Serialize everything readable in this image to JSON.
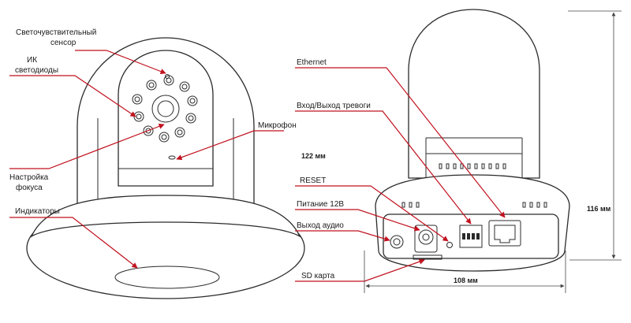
{
  "labels": {
    "light_sensor_line1": "Светочувствительный",
    "light_sensor_line2": "сенсор",
    "ir_leds_line1": "ИК",
    "ir_leds_line2": "светодиоды",
    "microphone": "Микрофон",
    "focus_line1": "Настройка",
    "focus_line2": "фокуса",
    "indicators": "Индикаторы",
    "ethernet": "Ethernet",
    "alarm_io": "Вход/Выход тревоги",
    "reset": "RESET",
    "power": "Питание 12В",
    "audio_out": "Выход аудио",
    "sd_card": "SD карта"
  },
  "dimensions": {
    "depth": "122 мм",
    "height": "116 мм",
    "width": "108 мм"
  },
  "colors": {
    "leader": "#c1121f",
    "outline": "#2b2b2b"
  }
}
